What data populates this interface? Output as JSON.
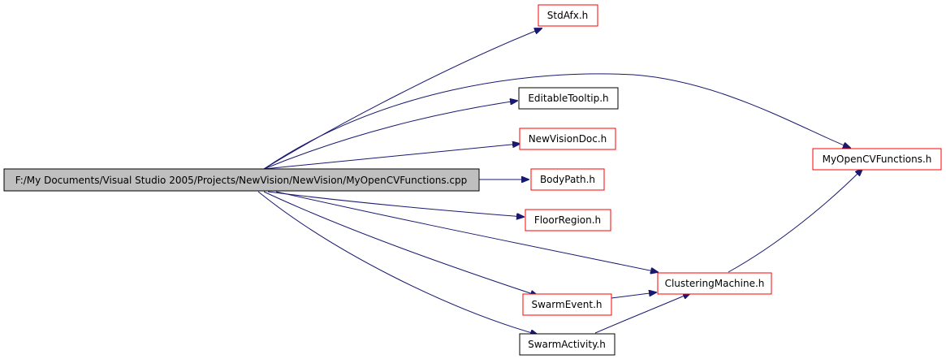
{
  "diagram": {
    "root": {
      "id": "root",
      "label": "F:/My Documents/Visual Studio 2005/Projects/NewVision/NewVision/MyOpenCVFunctions.cpp"
    },
    "nodes": [
      {
        "id": "stdafx",
        "label": "StdAfx.h",
        "border": "red"
      },
      {
        "id": "editabletooltip",
        "label": "EditableTooltip.h",
        "border": "black"
      },
      {
        "id": "newvisiondoc",
        "label": "NewVisionDoc.h",
        "border": "red"
      },
      {
        "id": "myopencvfunctions",
        "label": "MyOpenCVFunctions.h",
        "border": "red"
      },
      {
        "id": "bodypath",
        "label": "BodyPath.h",
        "border": "red"
      },
      {
        "id": "floorregion",
        "label": "FloorRegion.h",
        "border": "red"
      },
      {
        "id": "clusteringmachine",
        "label": "ClusteringMachine.h",
        "border": "red"
      },
      {
        "id": "swarmevent",
        "label": "SwarmEvent.h",
        "border": "red"
      },
      {
        "id": "swarmactivity",
        "label": "SwarmActivity.h",
        "border": "black"
      }
    ],
    "edges": [
      {
        "from": "root",
        "to": "stdafx"
      },
      {
        "from": "root",
        "to": "myopencvfunctions"
      },
      {
        "from": "root",
        "to": "editabletooltip"
      },
      {
        "from": "root",
        "to": "newvisiondoc"
      },
      {
        "from": "root",
        "to": "bodypath"
      },
      {
        "from": "root",
        "to": "floorregion"
      },
      {
        "from": "root",
        "to": "clusteringmachine"
      },
      {
        "from": "root",
        "to": "swarmevent"
      },
      {
        "from": "root",
        "to": "swarmactivity"
      },
      {
        "from": "clusteringmachine",
        "to": "myopencvfunctions"
      },
      {
        "from": "swarmevent",
        "to": "clusteringmachine"
      },
      {
        "from": "swarmactivity",
        "to": "clusteringmachine"
      }
    ],
    "colors": {
      "edge": "#191970",
      "root_fill": "#bfbfbf",
      "border_red": "#ff0000",
      "border_black": "#000000",
      "node_fill": "#ffffff"
    }
  }
}
